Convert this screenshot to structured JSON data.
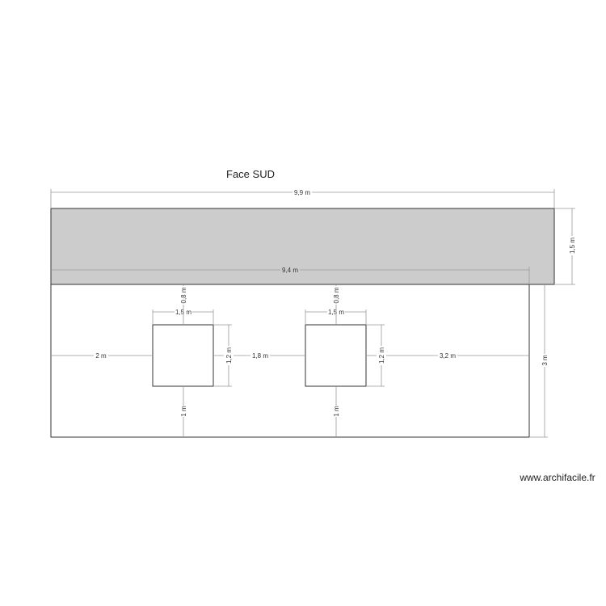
{
  "title": "Face SUD",
  "watermark": "www.archifacile.fr",
  "colors": {
    "roof": "#cccccc",
    "outline": "#333333",
    "dimension": "#999999"
  },
  "dimensions": {
    "roof_width": "9,9 m",
    "wall_width": "9,4 m",
    "roof_height": "1,5 m",
    "wall_height": "3 m",
    "left_margin": "2 m",
    "window_gap": "1,8 m",
    "right_margin": "3,2 m",
    "window1_width": "1,5 m",
    "window1_height": "1,2 m",
    "window1_top": "0,8 m",
    "window1_bottom": "1 m",
    "window2_width": "1,5 m",
    "window2_height": "1,2 m",
    "window2_top": "0,8 m",
    "window2_bottom": "1 m"
  }
}
